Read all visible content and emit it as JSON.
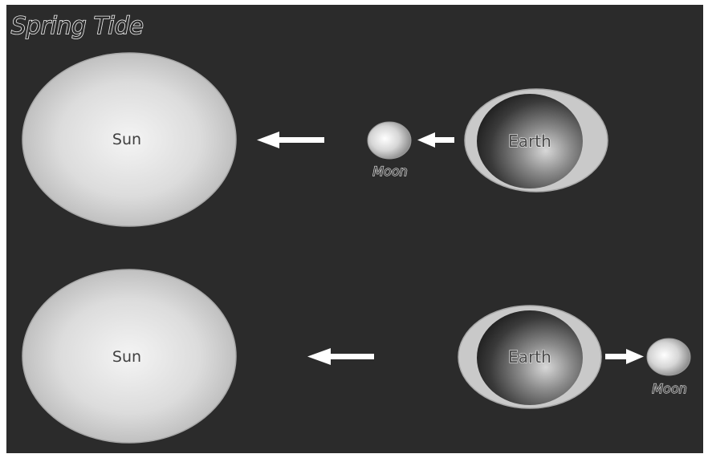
{
  "title": "Spring Tide",
  "colors": {
    "background": "#2b2b2b",
    "sun": "#d9d9d9",
    "earth_outline": "#c8c8c8",
    "earth_core": "#4a4a4a",
    "moon": "#d0d0d0",
    "arrow": "#ffffff"
  },
  "scenes": [
    {
      "sun_label": "Sun",
      "earth_label": "Earth",
      "moon_label": "Moon",
      "moon_position": "between-earth-and-sun"
    },
    {
      "sun_label": "Sun",
      "earth_label": "Earth",
      "moon_label": "Moon",
      "moon_position": "opposite-side-of-earth"
    }
  ]
}
